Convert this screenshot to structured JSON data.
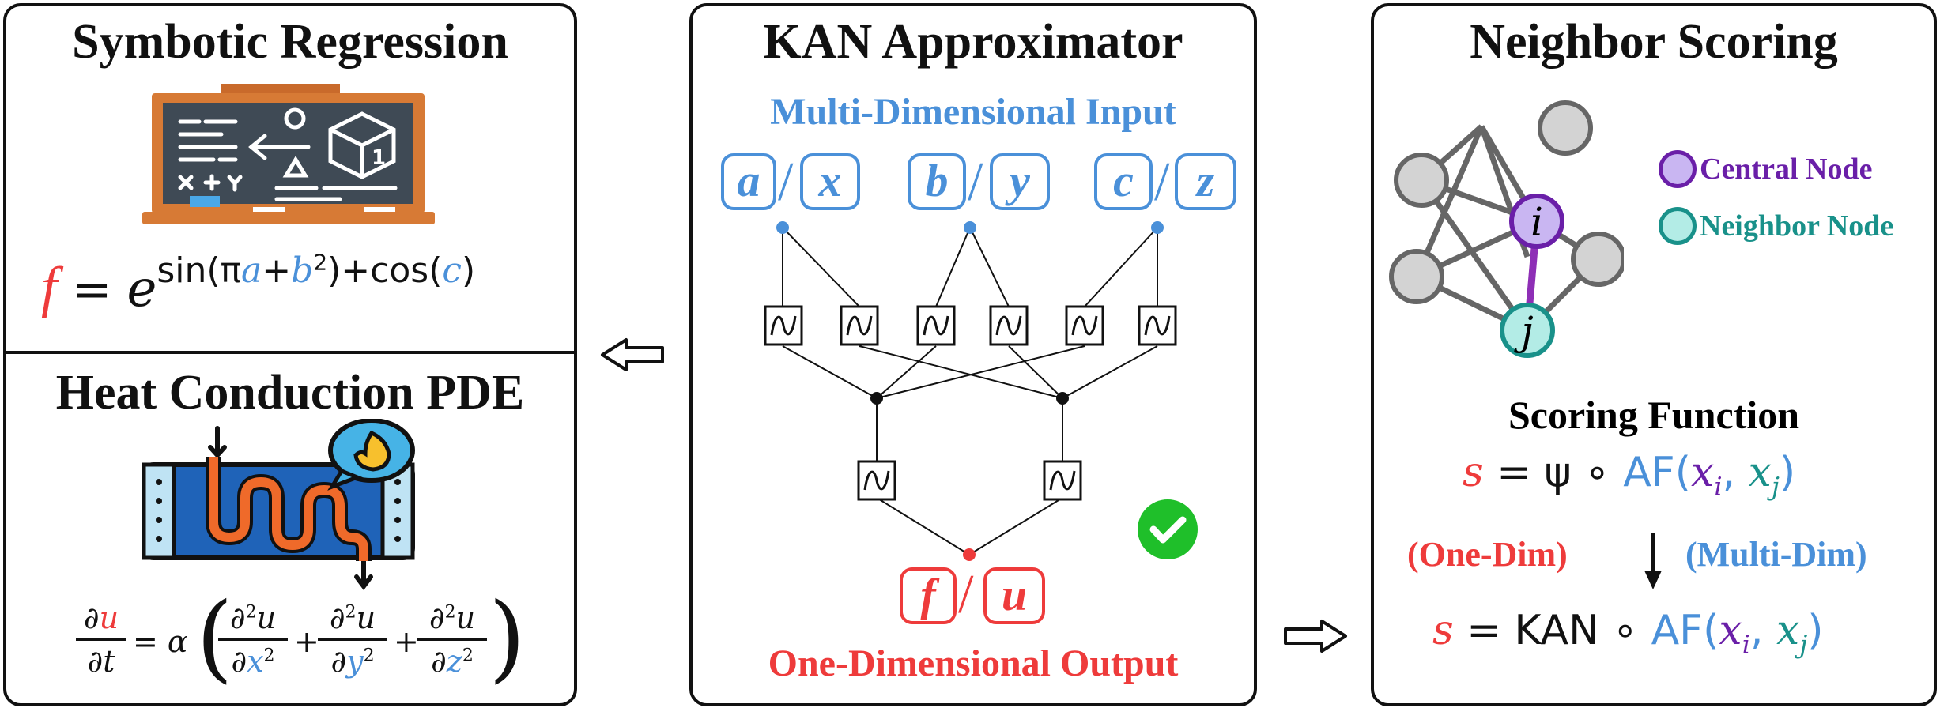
{
  "panels": {
    "symbolic": {
      "title": "Symbotic Regression",
      "formula": {
        "lhs": "f",
        "eq": "=",
        "base": "e",
        "exp_sin": "sin(π",
        "a": "a",
        "plus": "+",
        "b": "b",
        "sq": "2",
        "close": ")+cos(",
        "c": "c",
        "end": ")"
      }
    },
    "heat": {
      "title": "Heat Conduction PDE",
      "pde": {
        "d": "∂",
        "u": "u",
        "t": "t",
        "eq": "= α",
        "x2": "x",
        "y2": "y",
        "z2": "z",
        "two": "2",
        "plus": "+"
      }
    },
    "kan": {
      "title": "KAN Approximator",
      "input_label": "Multi-Dimensional Input",
      "output_label": "One-Dimensional Output",
      "inputs": [
        {
          "a": "a",
          "b": "x"
        },
        {
          "a": "b",
          "b": "y"
        },
        {
          "a": "c",
          "b": "z"
        }
      ],
      "outputs": {
        "a": "f",
        "b": "u"
      },
      "slash": "/"
    },
    "neighbor": {
      "title": "Neighbor Scoring",
      "legend_central": "Central Node",
      "legend_neighbor": "Neighbor Node",
      "node_i": "i",
      "node_j": "j",
      "scoring_title": "Scoring Function",
      "eq1": {
        "s": "s",
        "rest": "= ψ ∘",
        "af": "AF(",
        "xi": "x",
        "i": "i",
        "comma": ", ",
        "xj": "x",
        "j": "j",
        "close": ")"
      },
      "one_dim": "(One-Dim)",
      "multi_dim": "(Multi-Dim)",
      "eq2": {
        "s": "s",
        "rest": "= KAN ∘",
        "af": "AF(",
        "xi": "x",
        "i": "i",
        "comma": ", ",
        "xj": "x",
        "j": "j",
        "close": ")"
      }
    }
  },
  "colors": {
    "red": "#ee3b3b",
    "blue": "#4a90d9",
    "purple": "#6a1fa8",
    "teal": "#19918a",
    "green": "#1fbf2a"
  }
}
